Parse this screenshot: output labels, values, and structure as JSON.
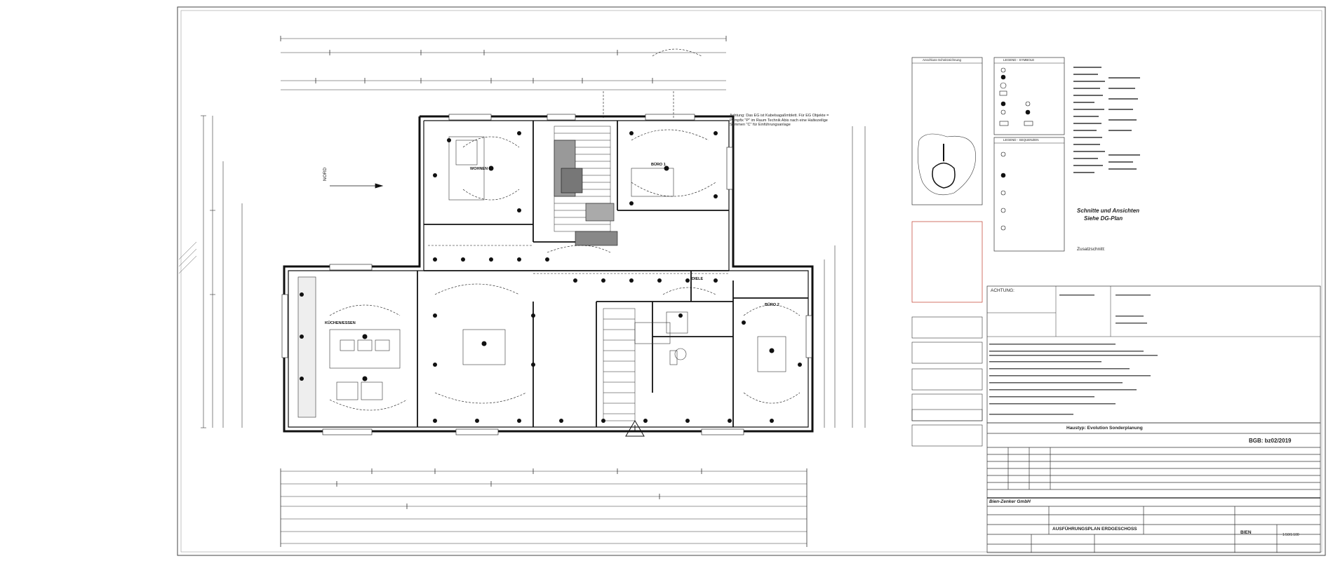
{
  "floorplan": {
    "rooms": [
      {
        "id": "wohnen",
        "label": "WOHNEN"
      },
      {
        "id": "buero1",
        "label": "BÜRO 1"
      },
      {
        "id": "kuechen",
        "label": "KÜCHEN/ESSEN"
      },
      {
        "id": "buero2",
        "label": "BÜRO 2"
      },
      {
        "id": "dieele",
        "label": "DIELE"
      }
    ],
    "north_label": "NORD",
    "notes": {
      "heating_note": "Achtung: Das EG ist Kabelsagaßmblett. Für EG Objekte = Pumpfix \"P\" im Raum Technik Abis nach eine Haltezeilige Sammen \"C\" für Einführungsanlage"
    }
  },
  "right_panel": {
    "section_note_line1": "Schnitte und Ansichten",
    "section_note_line2": "Siehe DG-Plan",
    "legend_title_left": "Anschluss-Schnitzeichnung",
    "legend_title_right": "LEGEND - SYMBOLE",
    "legend_title_2": "LEGEND - SEQUENZEN",
    "achtung": "ACHTUNG:",
    "zusatz_label": "Zusatzschnitt:"
  },
  "title_block": {
    "haustyp": "Haustyp:  Evolution Sonderplanung",
    "drawing_number": "BGB: bz02/2019",
    "company": "Bien-Zenker GmbH",
    "plan_title": "AUSFÜHRUNGSPLAN  ERDGESCHOSS",
    "code": "BIEN",
    "scale": "1:50/1:100"
  }
}
